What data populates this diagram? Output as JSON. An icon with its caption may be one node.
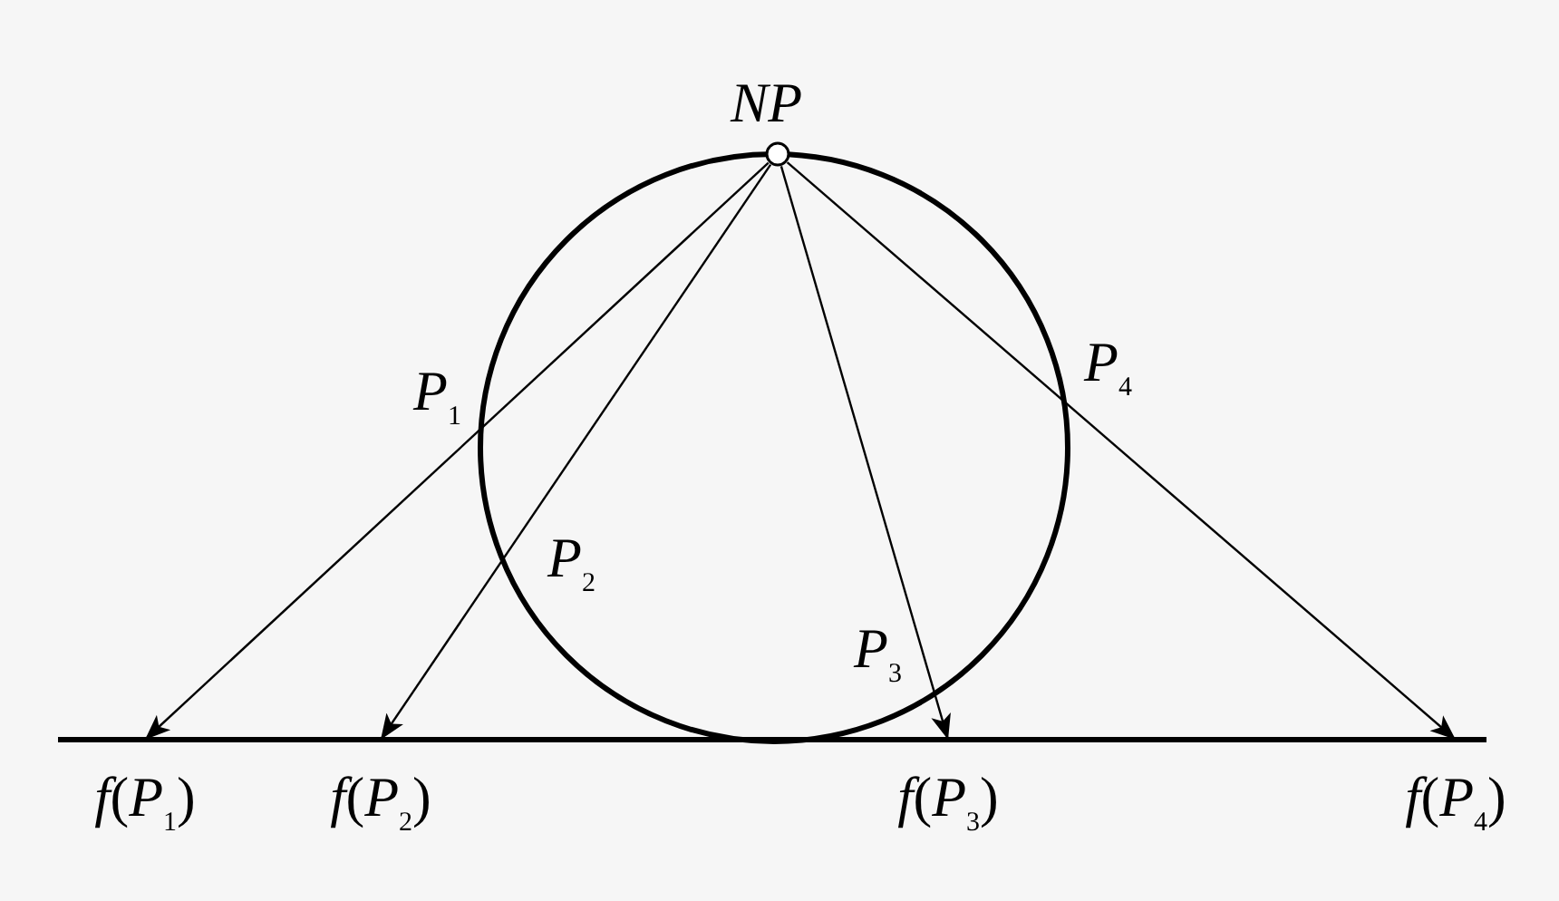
{
  "diagram": {
    "nodes": [
      {
        "text": [],
        "shape": "circle",
        "beside": [
          "NP"
        ]
      },
      {
        "text": [
          "*f*(*P*$_{1}$)"
        ]
      },
      {
        "text": [
          "*f*(*P*$_{2}$)"
        ]
      },
      {
        "text": [
          "*f*(*P*$_{3}$)"
        ]
      },
      {
        "text": [
          "*f*(*P*$_{4}$)"
        ]
      }
    ],
    "edges": [
      {
        "from": 0,
        "to": 1,
        "arrow": "to"
      },
      {
        "from": 0,
        "to": 2,
        "arrow": "to"
      },
      {
        "from": 0,
        "to": 3,
        "arrow": "to"
      },
      {
        "from": 0,
        "to": 4,
        "arrow": "to"
      }
    ],
    "labels": [
      "*P*$_{4}$",
      "*P*$_{1}$",
      "*P*$_{2}$",
      "*P*$_{3}$"
    ]
  }
}
